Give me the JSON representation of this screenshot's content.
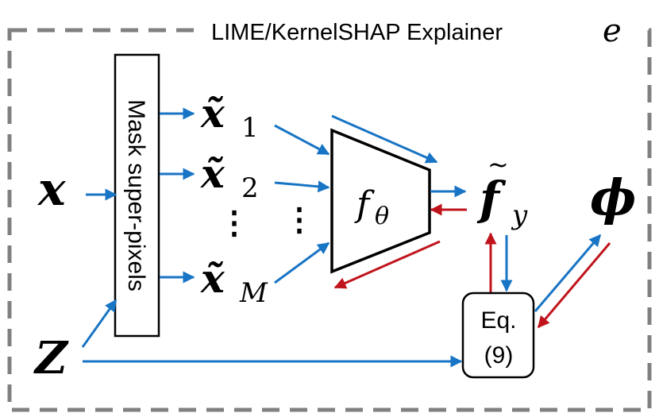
{
  "frame": {
    "title": "LIME/KernelSHAP Explainer",
    "title_symbol": "e"
  },
  "inputs": {
    "x": "x",
    "z": "Z"
  },
  "mask_box": {
    "label": "Mask super-pixels"
  },
  "masked_samples": {
    "symbol": "x̃",
    "items": [
      {
        "subscript": "1"
      },
      {
        "subscript": "2"
      },
      {
        "subscript": "M"
      }
    ],
    "ellipsis": "⋮"
  },
  "model": {
    "label_main": "f",
    "label_sub": "θ",
    "input_ellipsis": "⋮"
  },
  "output": {
    "symbol": "f",
    "tilde": "~",
    "subscript": "y"
  },
  "equation_box": {
    "line1": "Eq.",
    "line2": "(9)"
  },
  "result": {
    "symbol": "ϕ"
  },
  "colors": {
    "forward": "#1874c4",
    "backward": "#c0141c",
    "frame": "#808080",
    "ink": "#000000"
  }
}
